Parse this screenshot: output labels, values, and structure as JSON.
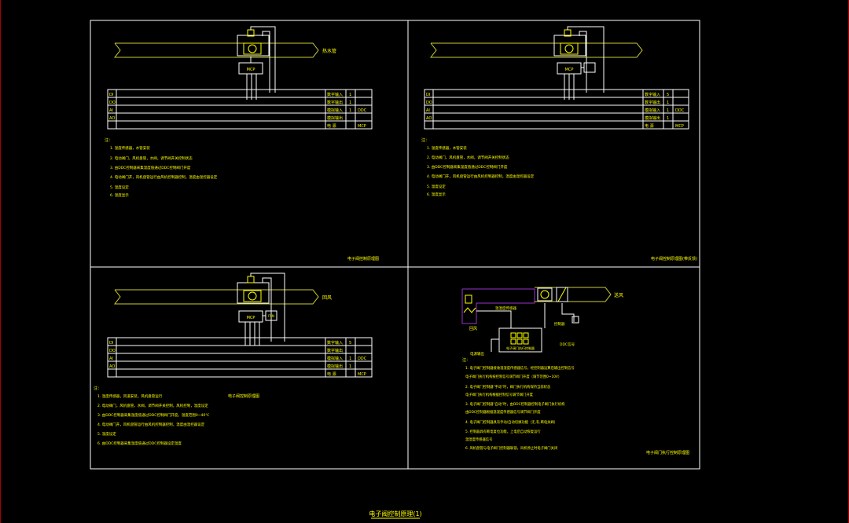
{
  "sheet_title": "电子阀控制原理(1)",
  "colors": {
    "background": "#000000",
    "frame": "#ffffff",
    "ink": "#ffff00",
    "pipe": "#cccc33",
    "purple": "#9933cc",
    "red_edge": "#aa0000"
  },
  "panels": {
    "p1": {
      "pipe_label": "热水管",
      "controller": "MCP",
      "rows": [
        {
          "code": "DI",
          "desc": "数字输入",
          "count": "1"
        },
        {
          "code": "DO",
          "desc": "数字输出",
          "count": "1"
        },
        {
          "code": "AI",
          "desc": "模拟输入",
          "count": "1"
        },
        {
          "code": "AO",
          "desc": "模拟输出",
          "count": ""
        },
        {
          "code": "",
          "desc": "电 源",
          "count": ""
        }
      ],
      "ddc": "DDC",
      "mcp": "MCP",
      "notes_title": "注：",
      "notes": [
        "1. 温度传感器，水管安装",
        "2. 电动阀门，风机盘管，水阀，调节阀开关控制状态",
        "3. 由DDC控制器采集温度值通过DDC控制阀门开度",
        "4. 电动阀门开，风机盘管运行由风机控制器控制，温度由温控器设定",
        "5. 温度设定",
        "6. 温度显示"
      ],
      "caption": "电子阀控制原理图"
    },
    "p2": {
      "controller": "MCP",
      "rows": [
        {
          "code": "DI",
          "desc": "数字输入",
          "count": "5"
        },
        {
          "code": "DO",
          "desc": "数字输出",
          "count": "1"
        },
        {
          "code": "AI",
          "desc": "模拟输入",
          "count": "1"
        },
        {
          "code": "AO",
          "desc": "模拟输出",
          "count": "1"
        },
        {
          "code": "",
          "desc": "电 源",
          "count": ""
        }
      ],
      "ddc": "DDC",
      "mcp": "MCP",
      "notes_title": "注：",
      "notes": [
        "1. 温度传感器，水管安装",
        "2. 电动阀门，风机盘管，水阀，调节阀开关控制状态",
        "3. 由DDC控制器采集温度值通过DDC控制阀门开度",
        "4. 电动阀门开，风机盘管运行由风机控制器控制，温度由温控器设定",
        "5. 温度设定",
        "6. 温度显示"
      ],
      "caption": "电子阀控制原理图(带反馈)"
    },
    "p3": {
      "pipe_label": "回风",
      "controller": "MCP",
      "box_small": "FSN",
      "rows": [
        {
          "code": "DI",
          "desc": "数字输入",
          "count": "5"
        },
        {
          "code": "DO",
          "desc": "数字输出",
          "count": ""
        },
        {
          "code": "AI",
          "desc": "模拟输入",
          "count": "1"
        },
        {
          "code": "AO",
          "desc": "模拟输出",
          "count": "1"
        },
        {
          "code": "",
          "desc": "电 源",
          "count": ""
        }
      ],
      "ddc": "DDC",
      "mcp": "MCP",
      "center_title": "电子阀控制原理图",
      "notes_title": "注：",
      "notes": [
        "1. 温度传感器，风道安装，风机盘管运行",
        "2. 电动阀门，风机盘管，水阀，调节阀开关控制，风机控制，温度设定",
        "3. 由DDC控制器采集温度值通过DDC控制阀门开度，温度范围0~40℃",
        "4. 电动阀门开，风机盘管运行由风机控制器控制，温度由温控器设定",
        "5. 温度设定",
        "6. 由DDC控制器采集温度值通过DDC控制器设定温度"
      ]
    },
    "p4": {
      "pipe_label": "送风",
      "label_left": "回风",
      "label_sensor": "温湿度传感器",
      "label_ctrl": "控制器",
      "label_out": "电源输出",
      "label_signal": "DDC信号",
      "controller_title": "电子阀门执行控制器",
      "notes_title": "注：",
      "notes": [
        "1. 电子阀门控制器接收温湿度传感器信号，经控制器运算后输出控制信号",
        "   电子阀门执行机构按控制信号调节阀门开度（调节范围0~10V）",
        "2. 电子阀门控制器\"手动\"时，阀门执行机构保持当前状态",
        "   电子阀门执行机构根据控制信号调节阀门开度",
        "3. 电子阀门控制器\"自动\"时，由DDC控制器控制电子阀门执行机构",
        "   由DDC控制器根据温湿度传感器信号调节阀门开度",
        "4. 电子阀门控制器具有手动/自动切换功能（无,有,断电关阀）",
        "5. 控制器具有断电复位功能，上电后自动恢复运行",
        "   温湿度传感器信号",
        "6. 风机盘管与电子阀门控制器联锁，风机停止时电子阀门关闭"
      ],
      "caption": "电子阀门执行控制原理图"
    }
  }
}
